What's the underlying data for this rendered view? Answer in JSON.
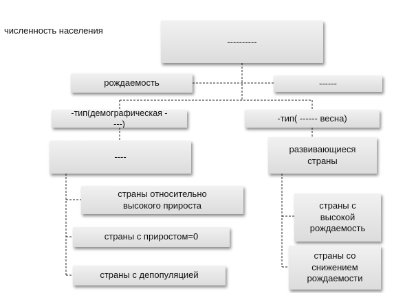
{
  "title": "численность  населения",
  "root": "----------",
  "branch_left": "рождаемость",
  "branch_right": "------",
  "type_left": "-тип(демографическая  -\n---)",
  "type_right": "-тип( ------  весна)",
  "left_sub": "----",
  "right_sub": "развивающиеся\nстраны",
  "left_items": [
    "страны  относительно\nвысокого  прироста",
    "страны с приростом=0",
    "страны с  депопуляцией"
  ],
  "right_items": [
    "страны  с\nвысокой\nрождаемость",
    "страны  со\nснижением\nрождаемости"
  ]
}
